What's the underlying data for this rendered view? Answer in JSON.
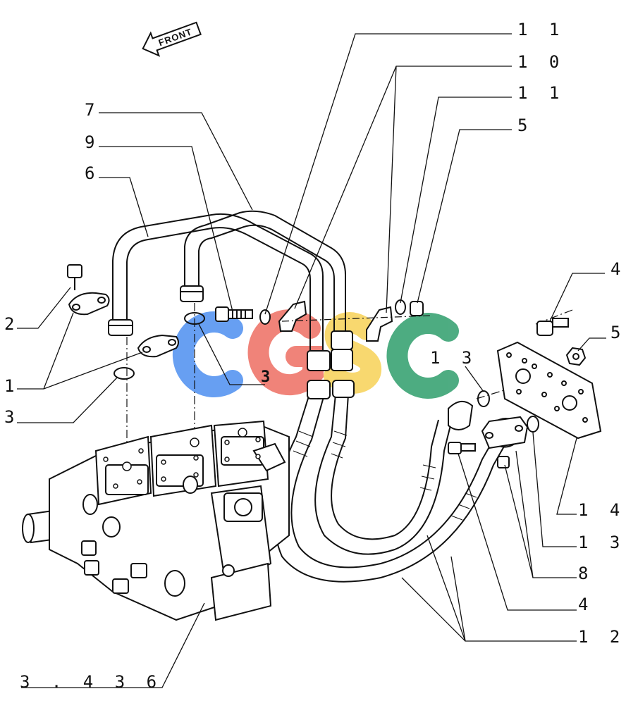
{
  "front_arrow": {
    "label": "FRONT"
  },
  "callouts": [
    {
      "id": "c-11-top",
      "text": "1 1"
    },
    {
      "id": "c-10",
      "text": "1 0"
    },
    {
      "id": "c-11-second",
      "text": "1 1"
    },
    {
      "id": "c-5-right",
      "text": "5"
    },
    {
      "id": "c-7",
      "text": "7"
    },
    {
      "id": "c-9",
      "text": "9"
    },
    {
      "id": "c-6",
      "text": "6"
    },
    {
      "id": "c-4-top",
      "text": "4"
    },
    {
      "id": "c-5-nut",
      "text": "5"
    },
    {
      "id": "c-2",
      "text": "2"
    },
    {
      "id": "c-13-upper",
      "text": "1 3"
    },
    {
      "id": "c-1",
      "text": "1"
    },
    {
      "id": "c-3-mid",
      "text": "3"
    },
    {
      "id": "c-3-left",
      "text": "3"
    },
    {
      "id": "c-14",
      "text": "1 4"
    },
    {
      "id": "c-13-lower",
      "text": "1 3"
    },
    {
      "id": "c-8",
      "text": "8"
    },
    {
      "id": "c-4-bottom",
      "text": "4"
    },
    {
      "id": "c-12",
      "text": "1 2"
    }
  ],
  "reference": {
    "text": "3 . 4 3 6"
  },
  "watermark": {
    "letters": [
      "C",
      "G",
      "S",
      "C"
    ],
    "colors": [
      "#4d8ff0",
      "#ee6e62",
      "#f7d257",
      "#2f9e6c"
    ]
  }
}
